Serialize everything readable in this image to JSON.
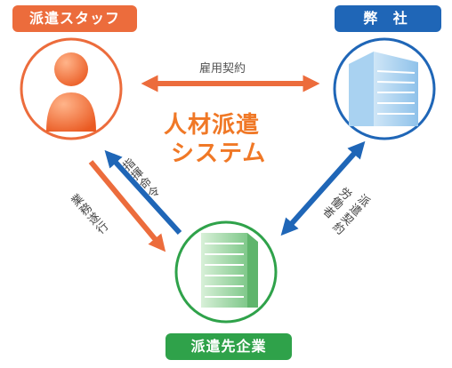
{
  "nodes": {
    "staff": {
      "label": "派遣スタッフ",
      "color": "#ec6c3c"
    },
    "company": {
      "label": "弊 社",
      "color": "#1f66b7"
    },
    "client": {
      "label": "派遣先企業",
      "color": "#2fa24a"
    }
  },
  "title": {
    "line1": "人材派遣",
    "line2": "システム",
    "color": "#f07826"
  },
  "relations": {
    "employment": "雇用契約",
    "instruction": "指揮命令",
    "duty": "業務遂行",
    "dispatch_line1": "労働者",
    "dispatch_line2": "派遣契約"
  },
  "colors": {
    "arrow_orange": "#ec6c3c",
    "arrow_blue": "#1f66b7"
  }
}
